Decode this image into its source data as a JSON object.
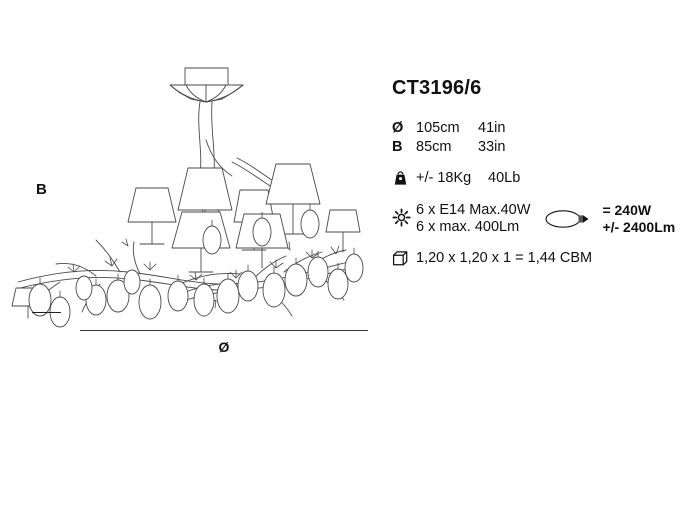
{
  "product": {
    "model": "CT3196/6"
  },
  "drawing": {
    "height_label": "B",
    "width_label": "Ø",
    "alt": "line drawing of six-arm branch chandelier with fabric shades and teardrop pendants"
  },
  "specs": {
    "diameter": {
      "icon": "diameter-icon",
      "icon_glyph": "Ø",
      "metric": "105cm",
      "imperial": "41in"
    },
    "height": {
      "icon": "height-icon",
      "icon_glyph": "B",
      "metric": "85cm",
      "imperial": "33in"
    },
    "weight": {
      "icon": "weight-icon",
      "metric": "+/- 18Kg",
      "imperial": "40Lb"
    },
    "lamp": {
      "icon": "light-bulb-sun-icon",
      "line1": "6 x E14 Max.40W",
      "line2": "6 x max. 400Lm",
      "bulb_icon": "candle-bulb-icon",
      "total_watt": "= 240W",
      "total_lumen": "+/- 2400Lm"
    },
    "carton": {
      "icon": "carton-box-icon",
      "text": "1,20 x 1,20 x 1 = 1,44 CBM"
    }
  },
  "colors": {
    "ink": "#111111",
    "line": "#444444",
    "background": "#ffffff"
  }
}
